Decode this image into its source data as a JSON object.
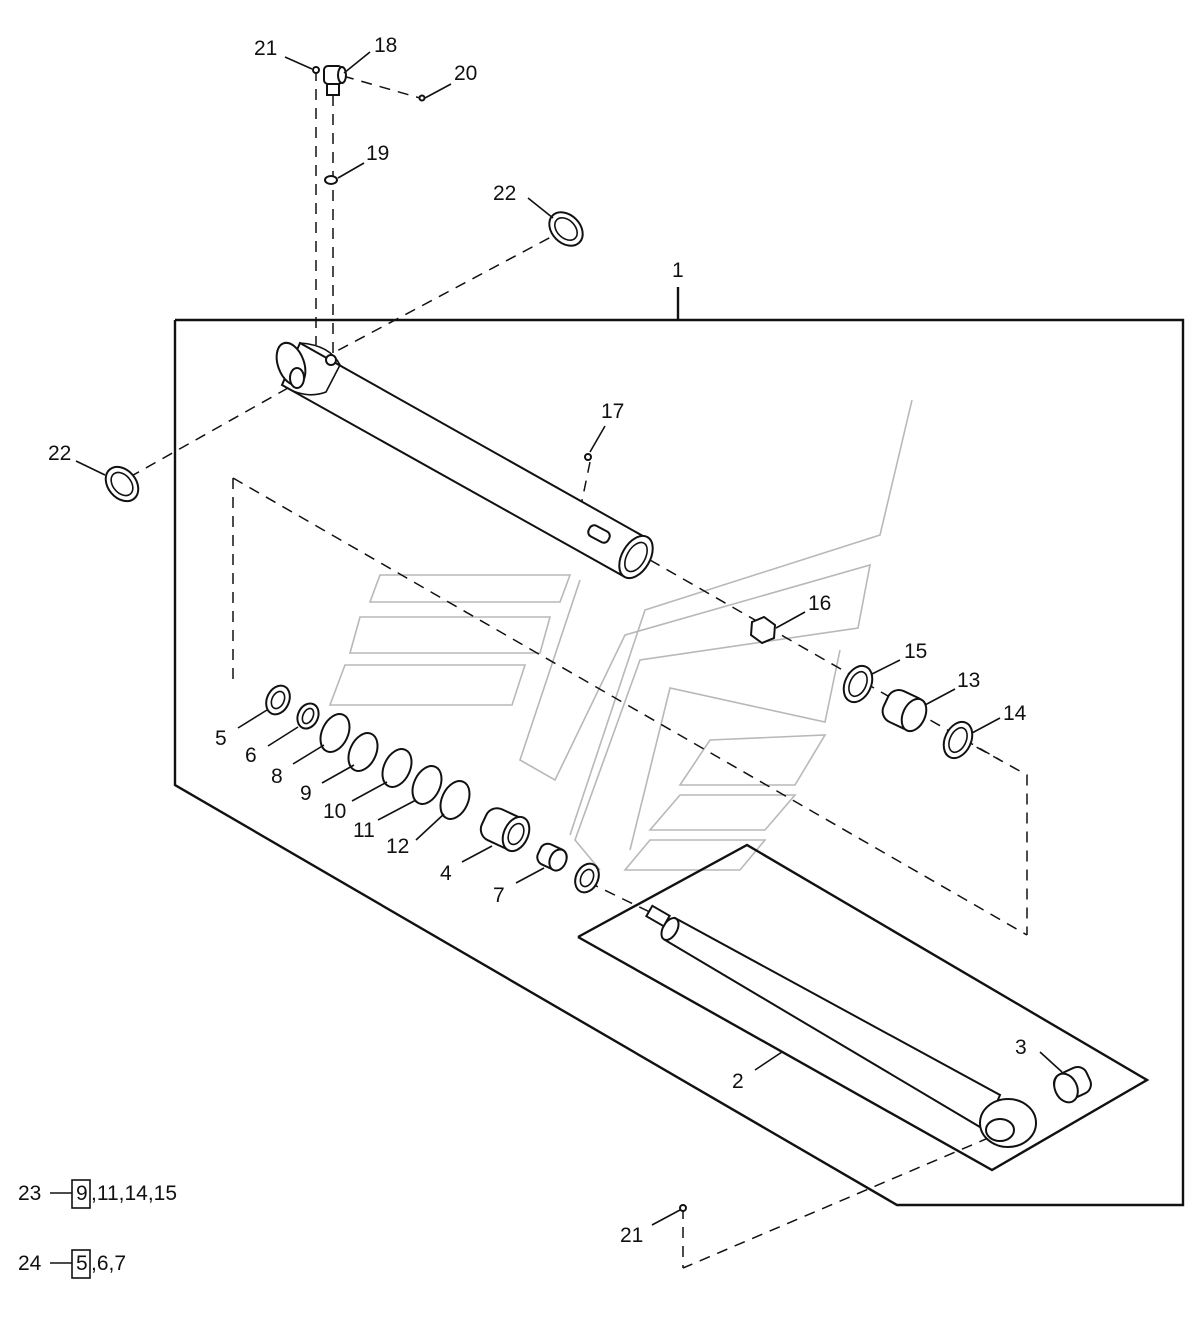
{
  "callouts": {
    "c1": "1",
    "c2": "2",
    "c3": "3",
    "c4": "4",
    "c5": "5",
    "c6": "6",
    "c7": "7",
    "c8": "8",
    "c9": "9",
    "c10": "10",
    "c11": "11",
    "c12": "12",
    "c13": "13",
    "c14": "14",
    "c15": "15",
    "c16": "16",
    "c17": "17",
    "c18": "18",
    "c19": "19",
    "c20": "20",
    "c21_top": "21",
    "c21_bottom": "21",
    "c22_top": "22",
    "c22_left": "22"
  },
  "kits": [
    {
      "number": "23",
      "boxed_part": "9",
      "parts": ",11,14,15"
    },
    {
      "number": "24",
      "boxed_part": "5",
      "parts": ",6,7"
    }
  ]
}
